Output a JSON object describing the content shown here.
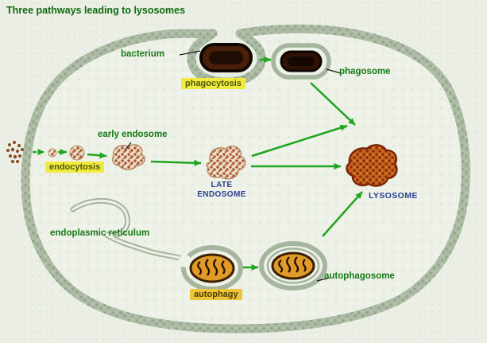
{
  "title": "Three pathways leading to lysosomes",
  "labels": {
    "bacterium": "bacterium",
    "phagocytosis": "phagocytosis",
    "phagosome": "phagosome",
    "endocytosis": "endocytosis",
    "early_endosome": "early endosome",
    "late_endosome": "LATE ENDOSOME",
    "lysosome": "LYSOSOME",
    "endoplasmic_reticulum": "endoplasmic reticulum",
    "autophagy": "autophagy",
    "autophagosome": "autophagosome"
  },
  "colors": {
    "title_green": "#0e6b0e",
    "label_green": "#157a15",
    "label_blue": "#2b3f93",
    "highlight_yellow": "#f2e93e",
    "highlight_orange": "#eec53a",
    "arrow_green": "#1fa51f",
    "membrane_gray_green": "#adbba4",
    "cell_interior": "#edf1e7",
    "lysosome_orange": "#c4661e",
    "bacterium_brown": "#4a1e08",
    "mitochondrion_orange": "#e09a28",
    "background": "#eaeee4"
  }
}
